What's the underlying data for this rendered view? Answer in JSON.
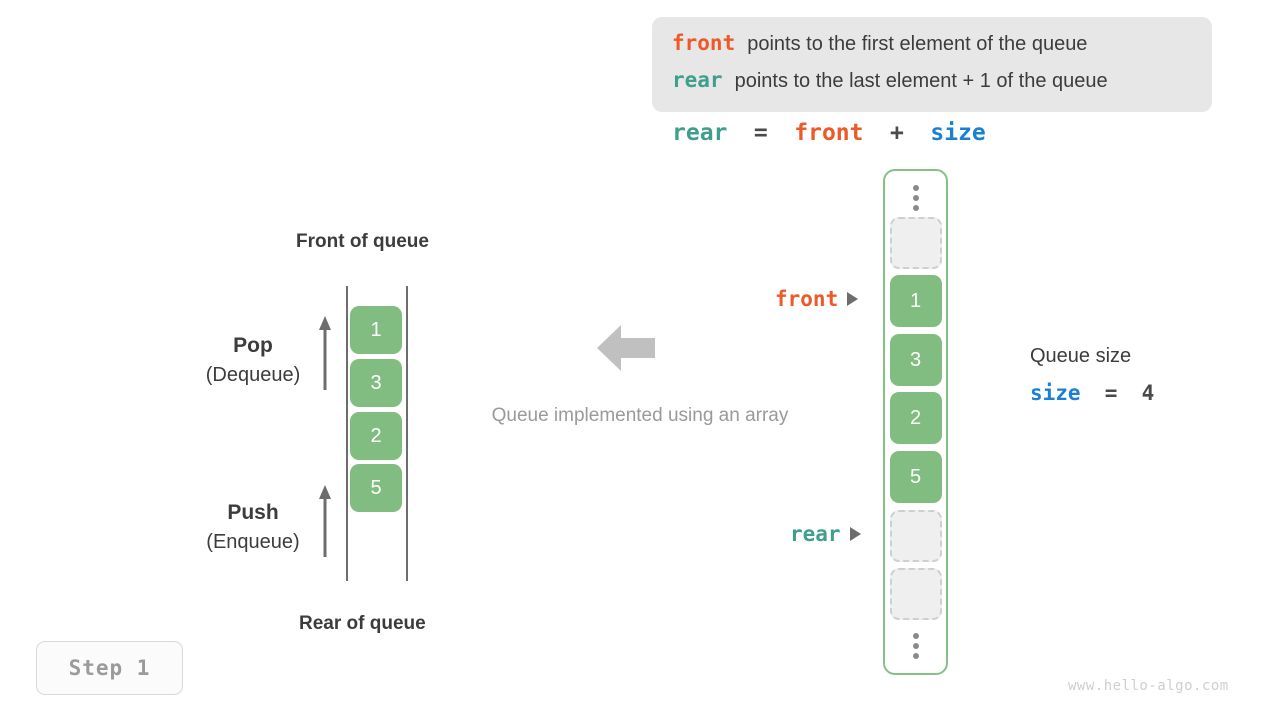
{
  "legend": {
    "lines": [
      {
        "keyword": "front",
        "keyword_color": "#ed5a28",
        "text": "points to the first element of the queue"
      },
      {
        "keyword": "rear",
        "keyword_color": "#3f9e8c",
        "text": "points to the last element + 1 of the queue"
      }
    ],
    "background": "#e7e7e7"
  },
  "formula": {
    "lhs": "rear",
    "equals": "=",
    "rhs_first": "front",
    "plus": "+",
    "rhs_second": "size"
  },
  "left_queue": {
    "front_label": "Front of queue",
    "rear_label": "Rear of queue",
    "cells": [
      "1",
      "3",
      "2",
      "5"
    ],
    "pop": {
      "primary": "Pop",
      "secondary": "(Dequeue)"
    },
    "push": {
      "primary": "Push",
      "secondary": "(Enqueue)"
    },
    "cell_color": "#81bd80"
  },
  "middle": {
    "caption": "Queue implemented using an array",
    "arrow_direction": "left",
    "arrow_color": "#c0c0c0"
  },
  "array": {
    "border_color": "#85c185",
    "slots": [
      {
        "kind": "dots"
      },
      {
        "kind": "empty"
      },
      {
        "kind": "filled",
        "value": "1"
      },
      {
        "kind": "filled",
        "value": "3"
      },
      {
        "kind": "filled",
        "value": "2"
      },
      {
        "kind": "filled",
        "value": "5"
      },
      {
        "kind": "empty"
      },
      {
        "kind": "empty"
      },
      {
        "kind": "dots"
      }
    ],
    "pointers": [
      {
        "name": "front",
        "label": "front",
        "color": "#ed5a28"
      },
      {
        "name": "rear",
        "label": "rear",
        "color": "#3f9e8c"
      }
    ]
  },
  "queue_size": {
    "title": "Queue size",
    "var": "size",
    "equals": "=",
    "value": "4"
  },
  "step": {
    "label": "Step 1"
  },
  "watermark": {
    "text": "www.hello-algo.com"
  }
}
